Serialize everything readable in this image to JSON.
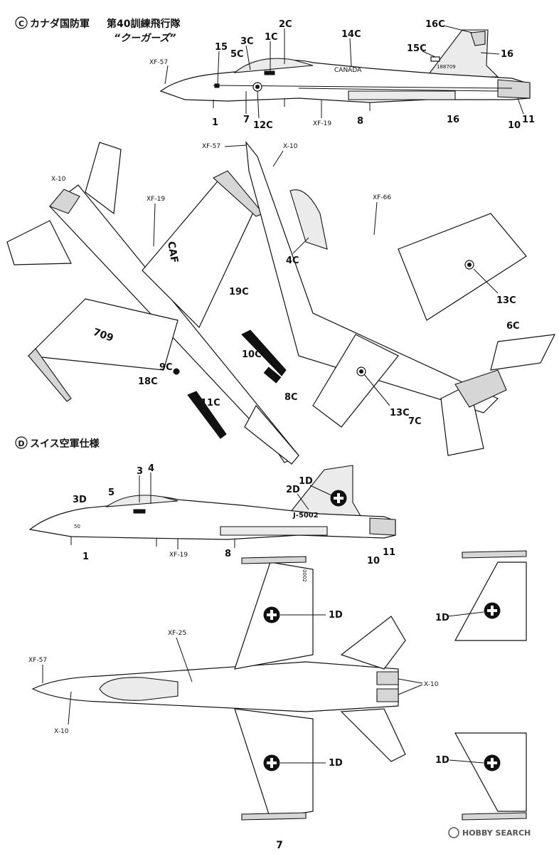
{
  "sections": {
    "canada": {
      "marker": "C",
      "title": "カナダ国防軍",
      "unit": "第40訓練飛行隊",
      "nickname": "“クーガーズ”"
    },
    "swiss": {
      "marker": "D",
      "title": "スイス空軍仕様"
    }
  },
  "canada_side": {
    "labels": [
      "XF-57",
      "15",
      "3C",
      "5C",
      "1C",
      "2C",
      "14C",
      "15C",
      "16C",
      "16",
      "1",
      "7",
      "12C",
      "XF-19",
      "8",
      "16",
      "10",
      "11"
    ],
    "fuselage_text": "CANADA",
    "tail_code": "188709"
  },
  "canada_bottom": {
    "labels": [
      "X-10",
      "XF-19",
      "19C",
      "10C",
      "9C",
      "8C",
      "11C",
      "18C"
    ],
    "wing_text_1": "709",
    "wing_text_2": "CAF"
  },
  "canada_top": {
    "labels": [
      "XF-57",
      "X-10",
      "XF-66",
      "4C",
      "13C",
      "6C",
      "13C",
      "7C"
    ]
  },
  "swiss_side": {
    "labels": [
      "3",
      "4",
      "1D",
      "2D",
      "3D",
      "5",
      "1",
      "XF-19",
      "8",
      "10",
      "11"
    ],
    "serial": "J-5002",
    "nose_text": "50"
  },
  "swiss_top": {
    "labels": [
      "XF-25",
      "XF-57",
      "X-10",
      "X-10",
      "1D",
      "1D"
    ],
    "wing_serial": "0002"
  },
  "swiss_details": {
    "labels": [
      "1D",
      "1D"
    ]
  },
  "footer": {
    "page_number": "7",
    "watermark": "HOBBY SEARCH"
  }
}
